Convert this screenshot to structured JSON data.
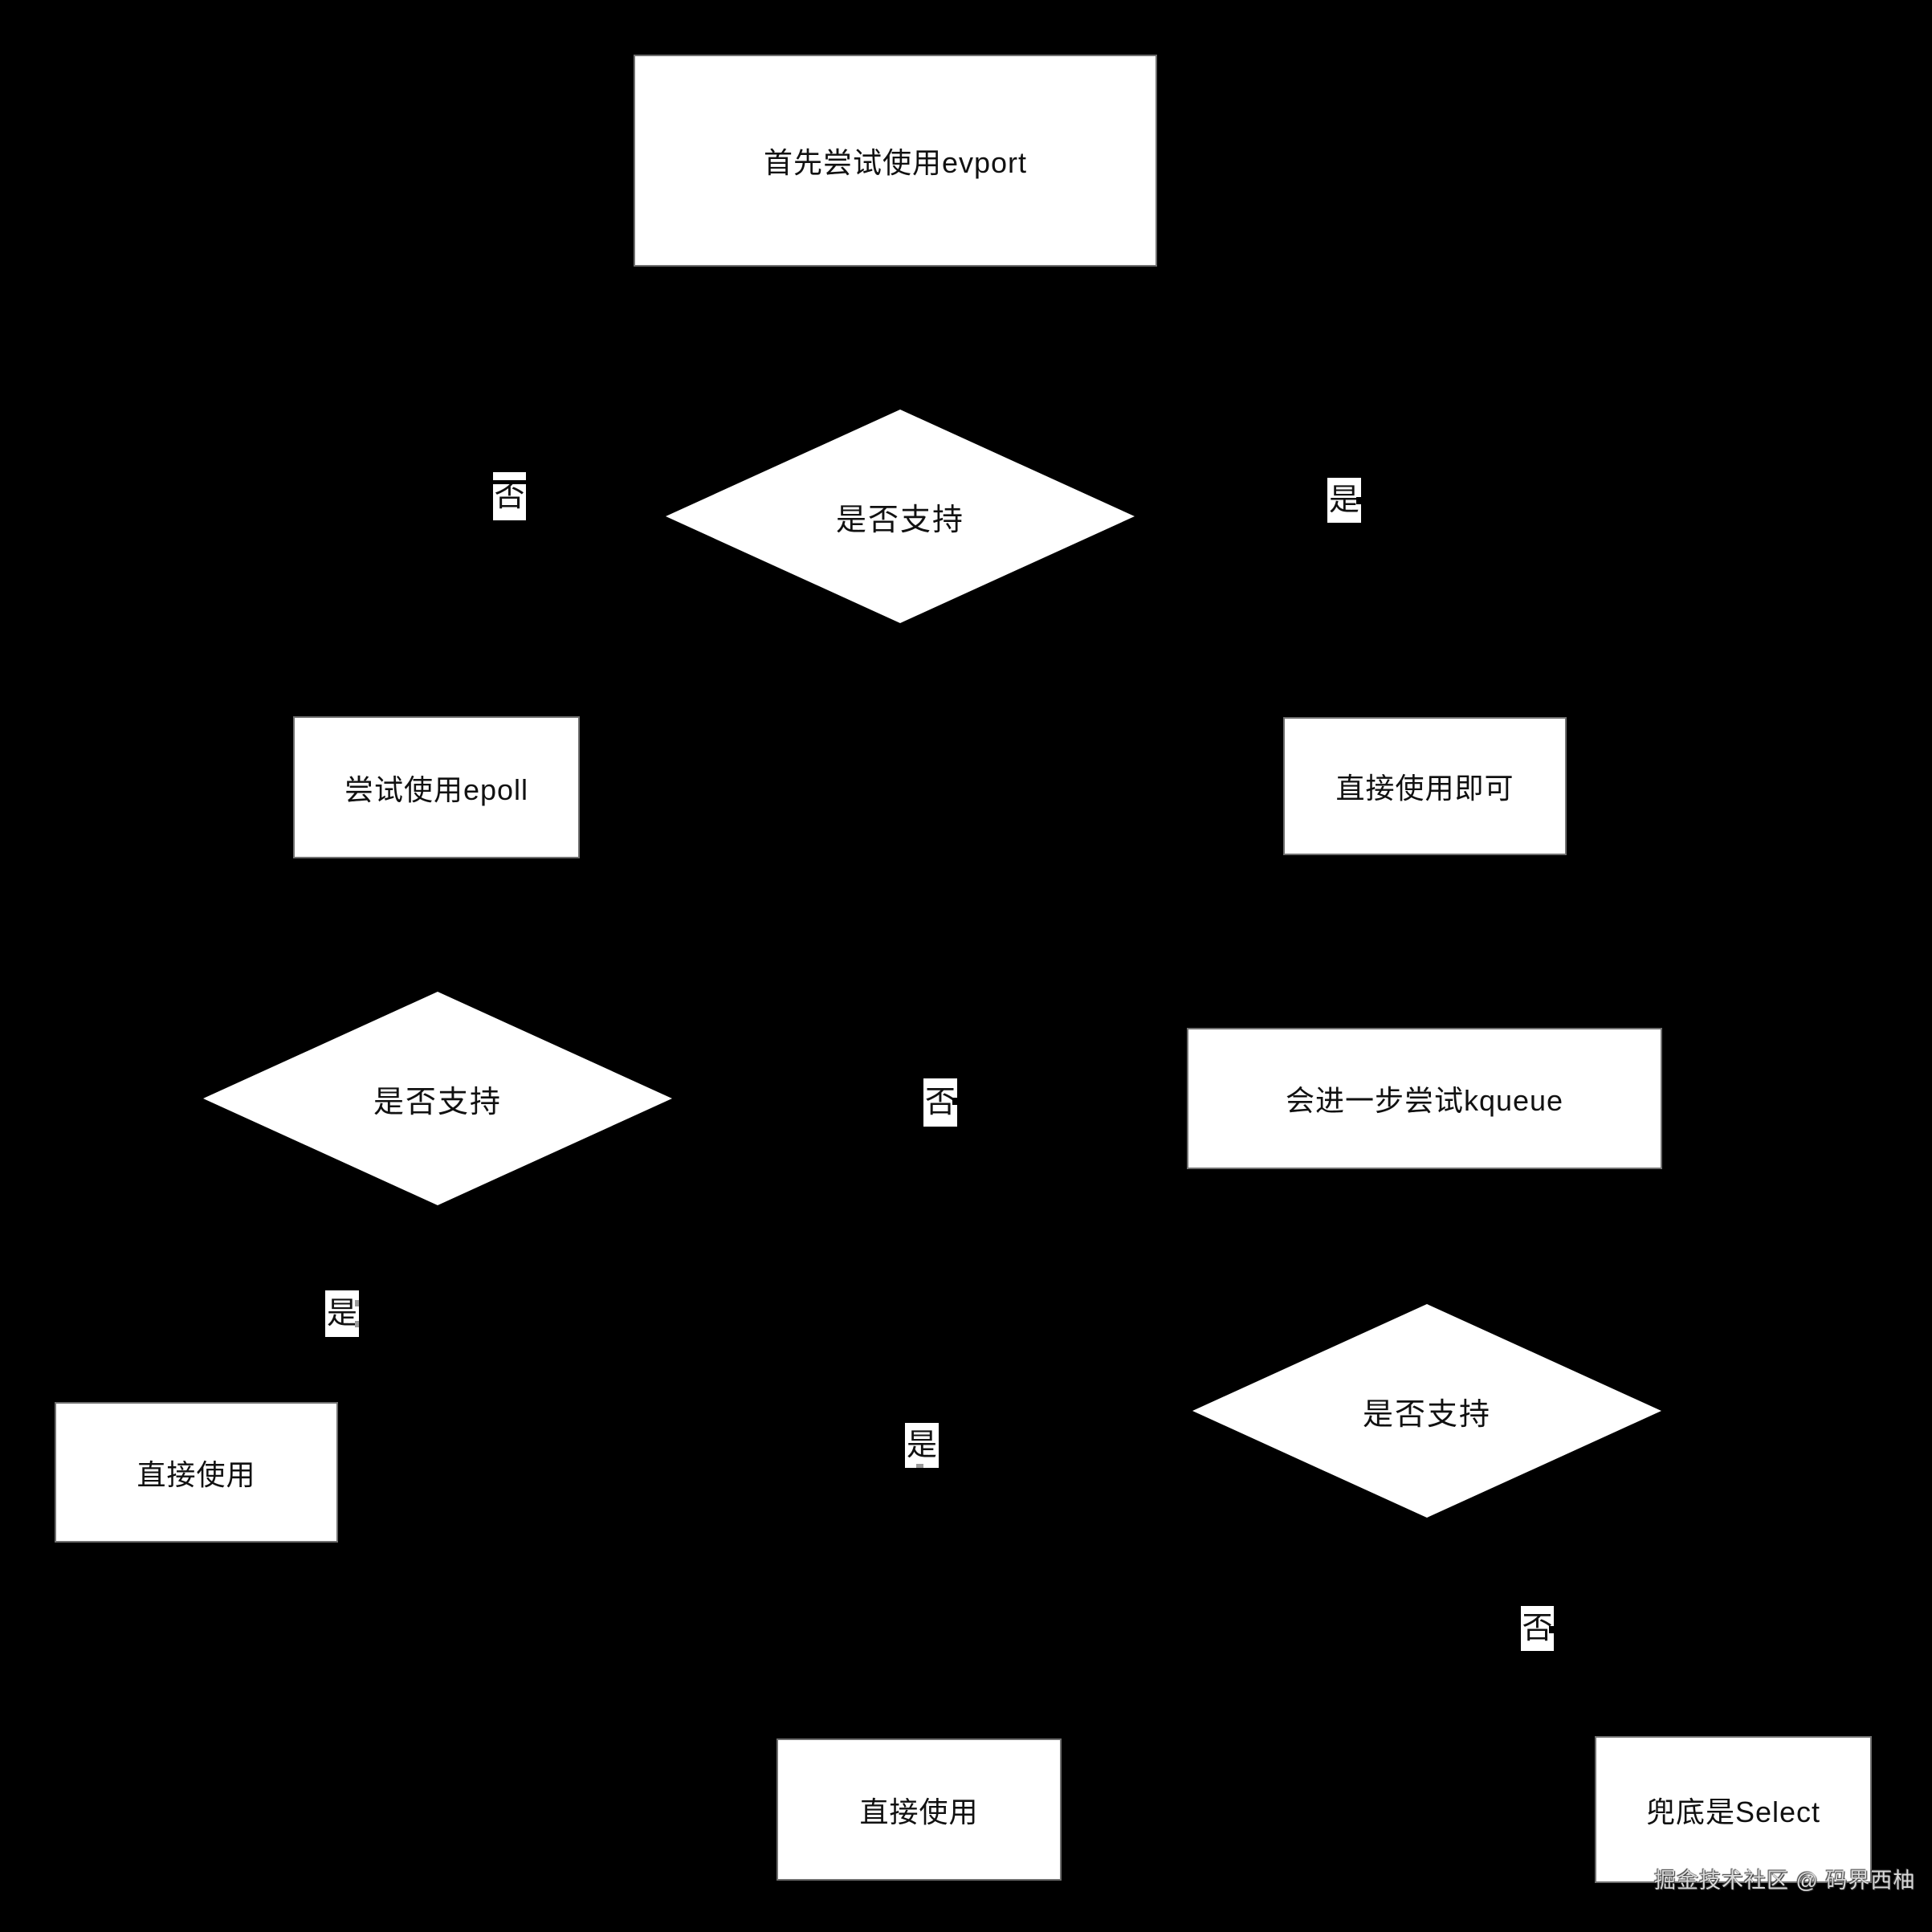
{
  "flowchart": {
    "title": "io-multiplexing-selection-flowchart",
    "nodes": {
      "evport": {
        "label": "首先尝试使用evport",
        "type": "process"
      },
      "d1": {
        "label": "是否支持",
        "type": "decision"
      },
      "epoll": {
        "label": "尝试使用epoll",
        "type": "process"
      },
      "use_direct_ok": {
        "label": "直接使用即可",
        "type": "process"
      },
      "d2": {
        "label": "是否支持",
        "type": "decision"
      },
      "kqueue": {
        "label": "会进一步尝试kqueue",
        "type": "process"
      },
      "d3": {
        "label": "是否支持",
        "type": "decision"
      },
      "use_direct_left": {
        "label": "直接使用",
        "type": "process"
      },
      "use_direct_bottom": {
        "label": "直接使用",
        "type": "process"
      },
      "select_fallback": {
        "label": "兜底是Select",
        "type": "process"
      }
    },
    "edge_labels": {
      "no1": {
        "label": "否"
      },
      "yes1": {
        "label": "是"
      },
      "no2": {
        "label": "否"
      },
      "yes2": {
        "label": "是"
      },
      "yes3": {
        "label": "是"
      },
      "no3": {
        "label": "否"
      }
    },
    "watermark": "掘金技术社区 @ 码界西柚",
    "colors": {
      "background": "#000000",
      "node_fill": "#ffffff",
      "node_border": "#6f6f6f",
      "text": "#111111",
      "watermark_text": "#d9d9d9"
    }
  }
}
